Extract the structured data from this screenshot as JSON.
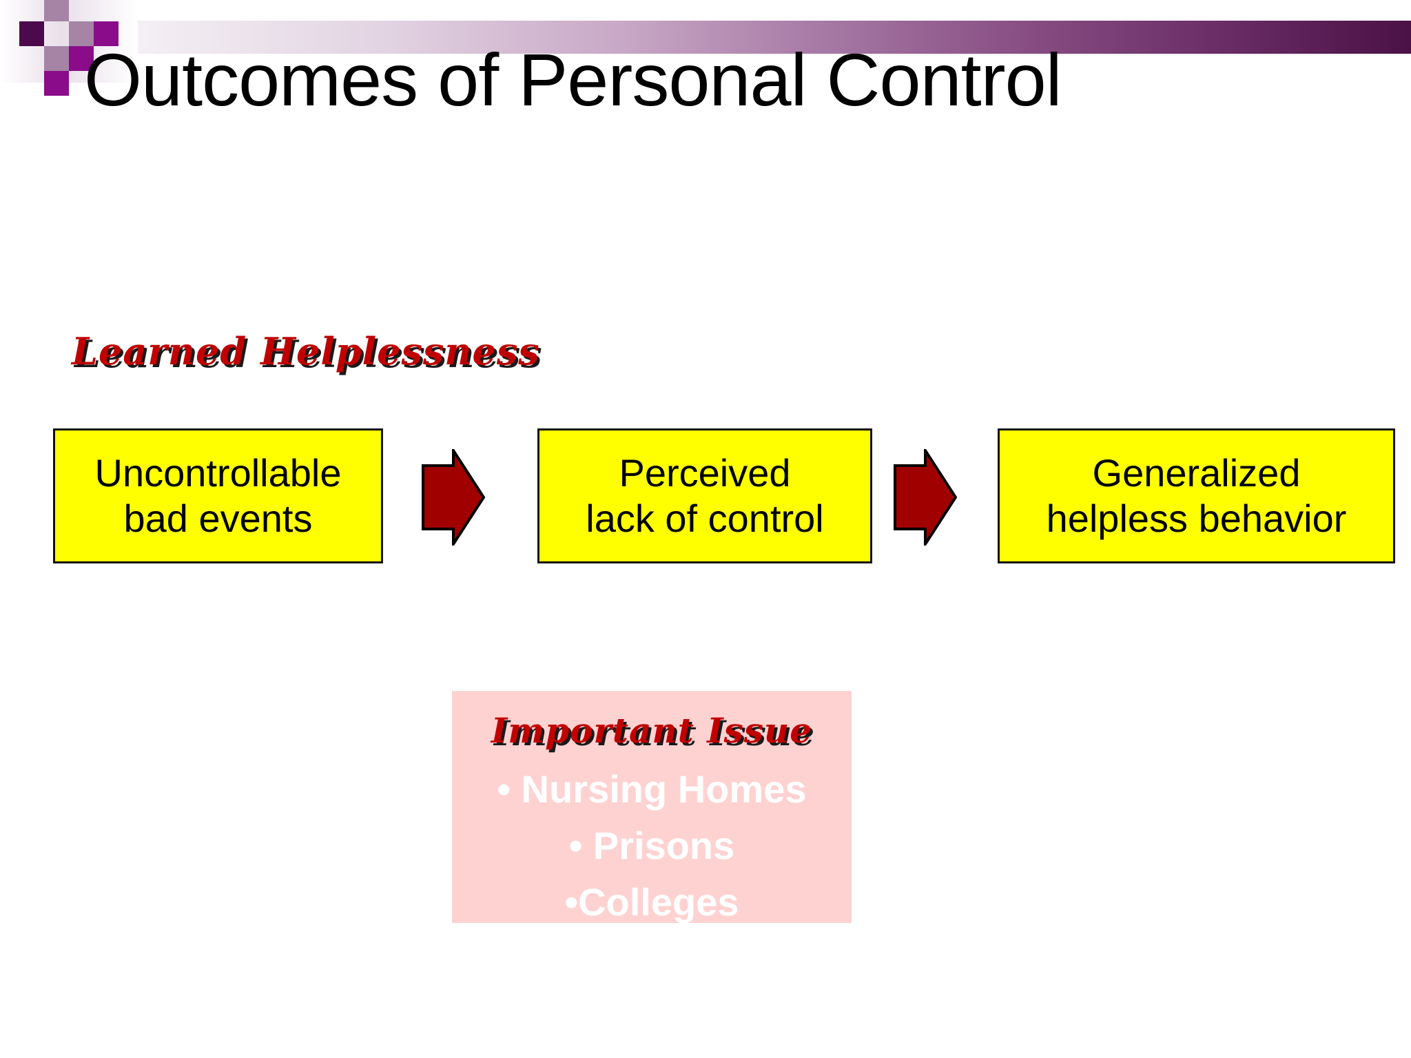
{
  "slide": {
    "title": "Outcomes of Personal Control",
    "background_color": "#ffffff"
  },
  "decor": {
    "band_gradient_from": "#ffffff",
    "band_gradient_to": "#4a1246",
    "checker_colors": {
      "dark": "#4c0a4c",
      "mid": "#8a0c8a",
      "light": "#a684a6"
    }
  },
  "flow": {
    "heading": "Learned Helplessness",
    "heading_color": "#c00000",
    "box_fill": "#ffff00",
    "arrow_fill": "#a00000",
    "steps": [
      {
        "line1": "Uncontrollable",
        "line2": "bad events"
      },
      {
        "line1": "Perceived",
        "line2": "lack of control"
      },
      {
        "line1": "Generalized",
        "line2": "helpless behavior"
      }
    ]
  },
  "callout": {
    "title": "Important Issue",
    "title_color": "#c00000",
    "background": "#ffd2d2",
    "text_color": "#ffffff",
    "items": [
      "• Nursing Homes",
      "• Prisons",
      "•Colleges"
    ]
  }
}
